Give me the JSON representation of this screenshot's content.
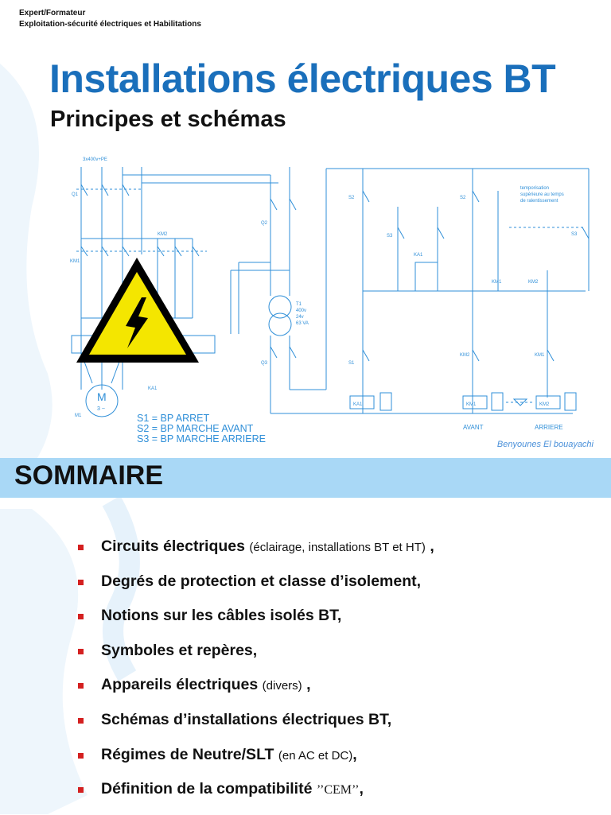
{
  "header": {
    "line1": "Expert/Formateur",
    "line2": "Exploitation-sécurité électriques et Habilitations"
  },
  "title": "Installations électriques BT",
  "subtitle": "Principes et schémas",
  "diagram": {
    "supply_label": "3x400v+PE",
    "legend": [
      "S1 = BP ARRET",
      "S2 = BP MARCHE AVANT",
      "S3 = BP MARCHE ARRIERE"
    ],
    "labels": {
      "q1": "Q1",
      "km1": "KM1",
      "km2": "KM2",
      "m1": "M1",
      "motor": "M",
      "motor_sub": "3 ~",
      "q2": "Q2",
      "q3": "Q3",
      "t1": "T1",
      "t1_spec1": "400v",
      "t1_spec2": "24v",
      "t1_spec3": "63 VA",
      "ka1": "KA1",
      "s1": "S1",
      "s2": "S2",
      "s3": "S3",
      "temporisation1": "temporisation",
      "temporisation2": "supérieure au temps",
      "temporisation3": "de ralentissement",
      "avant": "AVANT",
      "arriere": "ARRIERE"
    },
    "hazard": "high-voltage-warning-icon",
    "line_color": "#2f8fd8"
  },
  "author": "Benyounes El bouayachi",
  "sommaire": {
    "title": "SOMMAIRE",
    "items": [
      {
        "main": "Circuits électriques",
        "aside": "(éclairage, installations BT et HT)",
        "tail": ","
      },
      {
        "main": "Degrés de protection et classe d’isolement,",
        "aside": "",
        "tail": ""
      },
      {
        "main": "Notions sur les câbles isolés BT,",
        "aside": "",
        "tail": ""
      },
      {
        "main": "Symboles et repères,",
        "aside": "",
        "tail": ""
      },
      {
        "main": "Appareils électriques",
        "aside": "(divers)",
        "tail": ","
      },
      {
        "main": "Schémas d’installations électriques BT,",
        "aside": "",
        "tail": ""
      },
      {
        "main": "Régimes de Neutre/SLT",
        "aside": "(en AC et DC)",
        "tail": ","
      },
      {
        "main": "Définition de la compatibilité",
        "aside": "’’CEM’’",
        "tail": ","
      }
    ]
  },
  "colors": {
    "title": "#1a6fbb",
    "bar": "#a9d8f6",
    "bullet": "#d42020",
    "hazard_yellow": "#f4e600"
  }
}
